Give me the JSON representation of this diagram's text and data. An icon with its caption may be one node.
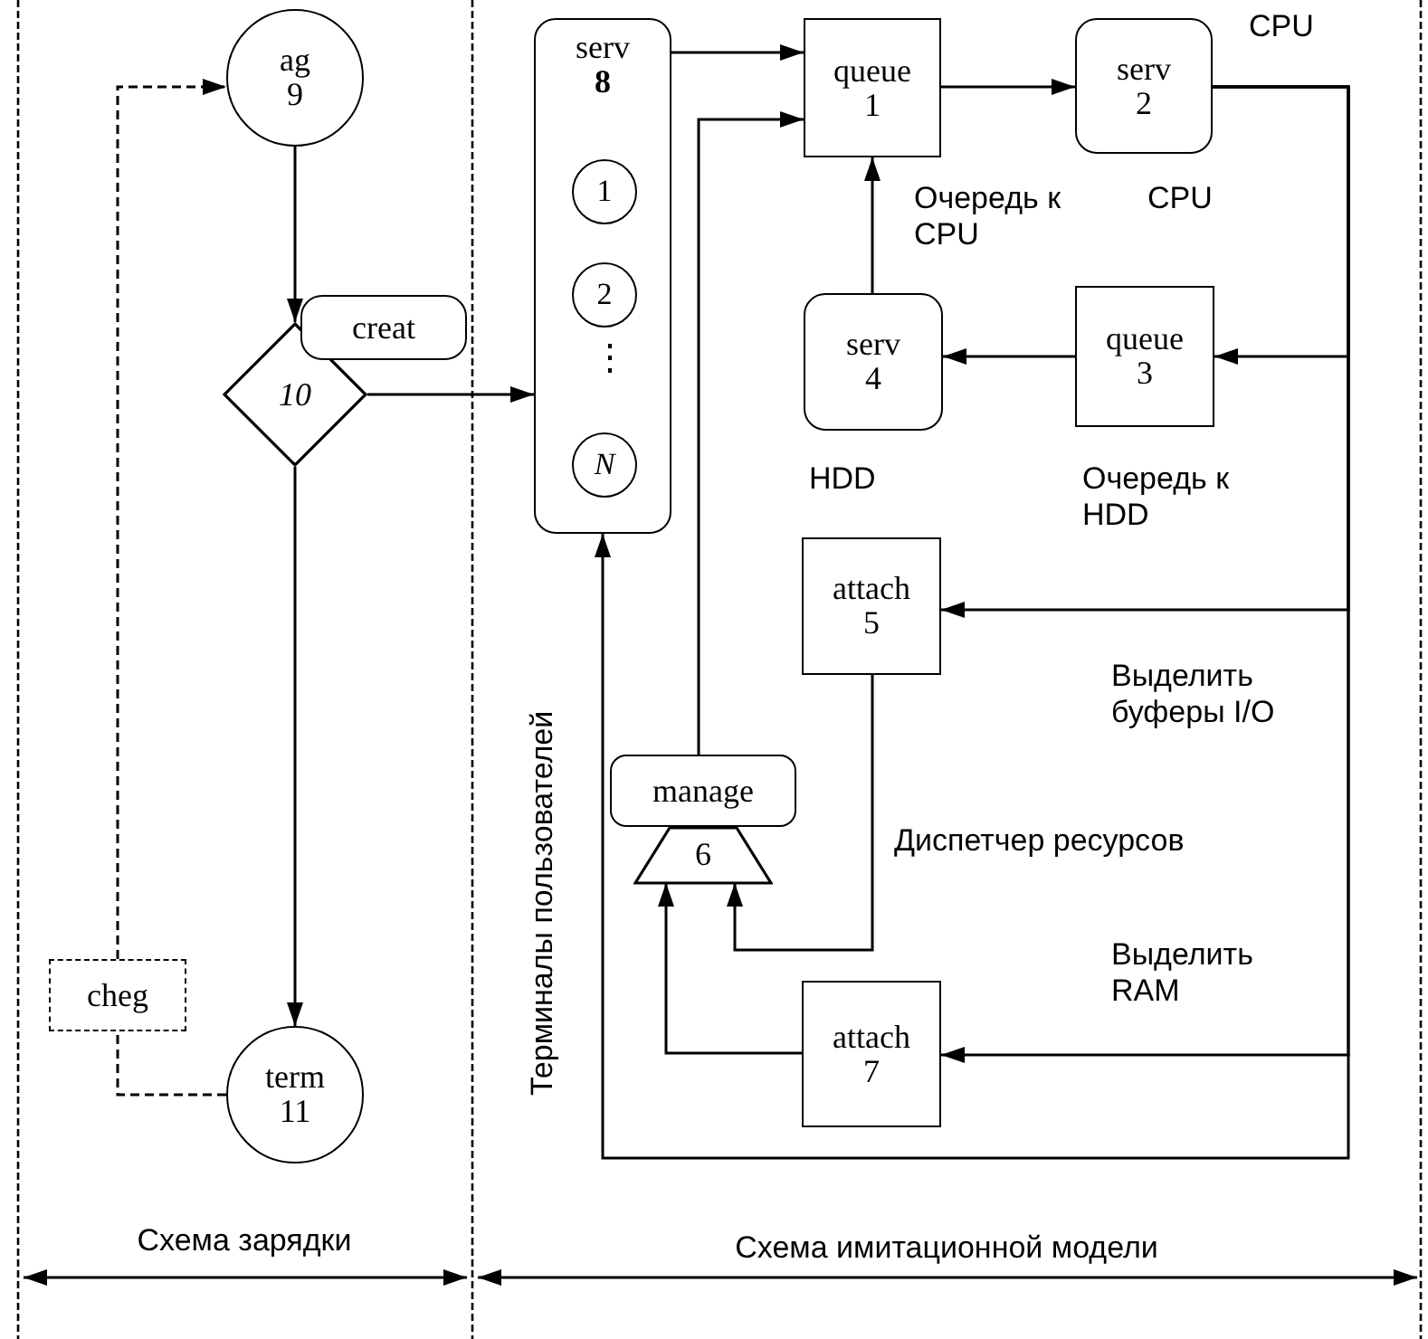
{
  "diagram": {
    "nodes": [
      {
        "text": [
          "ag",
          "9"
        ]
      },
      {
        "text": [
          "serv",
          "8"
        ]
      },
      {
        "text": [
          "1"
        ],
        "in": 1
      },
      {
        "text": [
          "2"
        ],
        "in": 1
      },
      {
        "text": [
          "N"
        ],
        "in": 1
      },
      {
        "text": [
          "queue",
          "1"
        ]
      },
      {
        "text": [
          "serv",
          "2"
        ]
      },
      {
        "text": [
          "10"
        ]
      },
      {
        "text": [
          "creat"
        ]
      },
      {
        "text": [
          "serv",
          "4"
        ]
      },
      {
        "text": [
          "queue",
          "3"
        ]
      },
      {
        "text": [
          "attach",
          "5"
        ]
      },
      {
        "text": [
          "manage",
          "6"
        ]
      },
      {
        "text": [
          "attach",
          "7"
        ]
      },
      {
        "text": [
          "cheg"
        ]
      },
      {
        "text": [
          "term",
          "11"
        ]
      }
    ],
    "edges": [
      {
        "from": 0,
        "to": 7,
        "arrow": "to"
      },
      {
        "from": 7,
        "to": 1,
        "arrow": "to"
      },
      {
        "from": 7,
        "to": 15,
        "arrow": "to"
      },
      {
        "from": 15,
        "to": 14,
        "arrow": "none",
        "style": "dashed"
      },
      {
        "from": 14,
        "to": 0,
        "arrow": "to",
        "style": "dashed"
      },
      {
        "from": 1,
        "to": 5,
        "arrow": "to"
      },
      {
        "from": 5,
        "to": 6,
        "arrow": "to"
      },
      {
        "from": 6,
        "to": 10,
        "arrow": "to"
      },
      {
        "from": 6,
        "to": 11,
        "arrow": "to"
      },
      {
        "from": 6,
        "to": 13,
        "arrow": "to"
      },
      {
        "from": 6,
        "to": 1,
        "arrow": "to"
      },
      {
        "from": 10,
        "to": 9,
        "arrow": "to"
      },
      {
        "from": 9,
        "to": 5,
        "arrow": "to"
      },
      {
        "from": 11,
        "to": 12,
        "arrow": "to"
      },
      {
        "from": 13,
        "to": 12,
        "arrow": "to"
      },
      {
        "from": 12,
        "to": 5,
        "arrow": "to"
      }
    ],
    "labels": [
      "CPU",
      "⋮",
      "Очередь к CPU",
      "CPU",
      "HDD",
      "Очередь к HDD",
      "Выделить буферы I/O",
      "Диспетчер ресурсов",
      "Выделить RAM",
      "Терминалы пользователей",
      "Схема зарядки",
      "Схема имитационной модели"
    ]
  }
}
